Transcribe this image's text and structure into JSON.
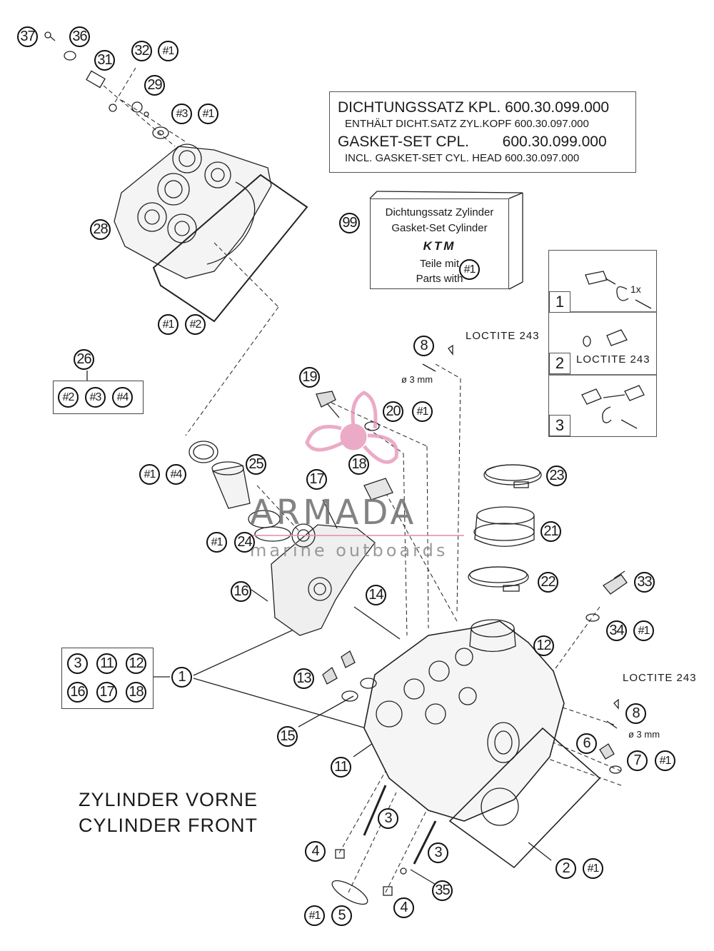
{
  "gasket_info": {
    "line1": "DICHTUNGSSATZ KPL. 600.30.099.000",
    "line2": "ENTHÄLT DICHT.SATZ ZYL.KOPF 600.30.097.000",
    "line3": "GASKET-SET CPL.        600.30.099.000",
    "line4": "INCL. GASKET-SET CYL. HEAD 600.30.097.000"
  },
  "kit_box": {
    "line1": "Dichtungssatz Zylinder",
    "line2": "Gasket-Set Cylinder",
    "brand": "KTM",
    "line3": "Teile mit",
    "line4": "Parts with",
    "ref": "#1"
  },
  "steps": [
    "1",
    "2",
    "3"
  ],
  "step_notes": {
    "rot": "1x",
    "loctite": "LOCTITE 243"
  },
  "loctite_label": "LOCTITE 243",
  "hole_size": "ø 3 mm",
  "title": {
    "de": "ZYLINDER VORNE",
    "en": "CYLINDER FRONT"
  },
  "watermark": {
    "brand": "ARMADA",
    "tagline": "marine outboards"
  },
  "group_26": [
    "#2",
    "#3",
    "#4"
  ],
  "group_1": [
    "3",
    "11",
    "12",
    "16",
    "17",
    "18"
  ],
  "callouts": {
    "c37": "37",
    "c36": "36",
    "c31": "31",
    "c32": "32",
    "c32r": "#1",
    "c29": "29",
    "c3r": "#3",
    "c3r1": "#1",
    "c28": "28",
    "c1a": "#1",
    "c2a": "#2",
    "c26": "26",
    "c99": "99",
    "c8a": "8",
    "c19": "19",
    "c20": "20",
    "c20r": "#1",
    "c18": "18",
    "c17": "17",
    "c25": "25",
    "c1b": "#1",
    "c4b": "#4",
    "c24": "24",
    "c1c": "#1",
    "c16": "16",
    "c14": "14",
    "c23": "23",
    "c21": "21",
    "c22": "22",
    "c33": "33",
    "c34": "34",
    "c34r": "#1",
    "c12": "12",
    "c1": "1",
    "c13": "13",
    "c15": "15",
    "c11": "11",
    "c8b": "8",
    "c6": "6",
    "c7": "7",
    "c7r": "#1",
    "c3a": "3",
    "c3b": "3",
    "c4a": "4",
    "c4c": "4",
    "c35": "35",
    "c2": "2",
    "c2r": "#1",
    "c5r": "#1",
    "c5": "5"
  },
  "colors": {
    "line": "#222222",
    "watermark_pink": "#e58fb4",
    "watermark_gray": "#6e6e6e"
  }
}
